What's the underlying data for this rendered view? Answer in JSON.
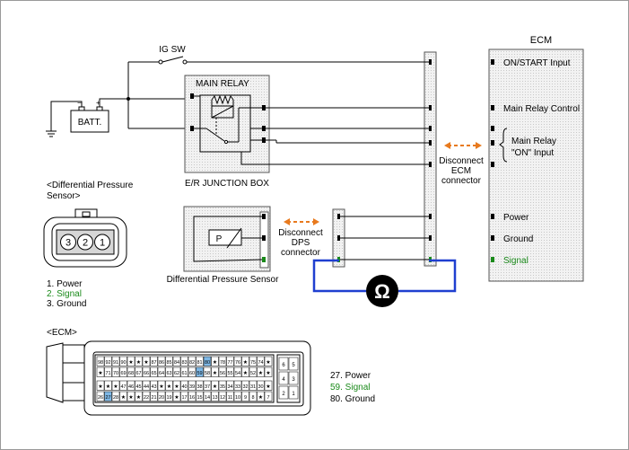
{
  "labels": {
    "ig_sw": "IG SW",
    "batt": "BATT.",
    "main_relay": "MAIN RELAY",
    "junction_box": "E/R JUNCTION BOX",
    "ecm_title": "ECM",
    "ecm_on_start": "ON/START Input",
    "ecm_main_relay_control": "Main Relay Control",
    "ecm_main_relay_on_line1": "Main Relay",
    "ecm_main_relay_on_line2": "\"ON\" Input",
    "ecm_power": "Power",
    "ecm_ground": "Ground",
    "ecm_signal": "Signal",
    "disconnect_ecm_line1": "Disconnect",
    "disconnect_ecm_line2": "ECM",
    "disconnect_ecm_line3": "connector",
    "disconnect_dps_line1": "Disconnect",
    "disconnect_dps_line2": "DPS",
    "disconnect_dps_line3": "connector",
    "dps_box_label": "Differential Pressure Sensor",
    "sensor_symbol": "P",
    "ohm_symbol": "Ω",
    "dps_heading_line1": "<Differential Pressure",
    "dps_heading_line2": "Sensor>",
    "ecm_heading": "<ECM>"
  },
  "dps_pins": [
    "3",
    "2",
    "1"
  ],
  "dps_legend": [
    {
      "text": "1. Power",
      "color": "#000000"
    },
    {
      "text": "2. Signal",
      "color": "#1a8a1a"
    },
    {
      "text": "3. Ground",
      "color": "#000000"
    }
  ],
  "ecm_legend": [
    {
      "text": "27. Power",
      "color": "#000000"
    },
    {
      "text": "59. Signal",
      "color": "#1a8a1a"
    },
    {
      "text": "80. Ground",
      "color": "#000000"
    }
  ],
  "ecm_connector": {
    "row1": [
      "98",
      "92",
      "91",
      "90",
      "★",
      "★",
      "★",
      "87",
      "86",
      "85",
      "84",
      "83",
      "82",
      "81",
      "80",
      "★",
      "78",
      "77",
      "76",
      "★",
      "75",
      "74",
      "★"
    ],
    "row2": [
      "★",
      "71",
      "70",
      "69",
      "68",
      "67",
      "66",
      "65",
      "64",
      "63",
      "62",
      "61",
      "60",
      "59",
      "58",
      "★",
      "56",
      "55",
      "54",
      "★",
      "52",
      "★",
      "★"
    ],
    "row3": [
      "★",
      "★",
      "★",
      "47",
      "46",
      "45",
      "44",
      "43",
      "★",
      "★",
      "★",
      "40",
      "39",
      "38",
      "37",
      "★",
      "35",
      "34",
      "33",
      "32",
      "31",
      "30",
      "★"
    ],
    "row4": [
      "26",
      "27",
      "28",
      "★",
      "★",
      "★",
      "22",
      "21",
      "20",
      "19",
      "★",
      "17",
      "16",
      "15",
      "14",
      "13",
      "12",
      "11",
      "10",
      "9",
      "8",
      "★",
      "7"
    ],
    "side": [
      "6",
      "5",
      "4",
      "3",
      "2",
      "1"
    ],
    "highlight": [
      "80",
      "59",
      "27"
    ]
  },
  "colors": {
    "wire": "#000000",
    "signal_green": "#1a8a1a",
    "meter_loop": "#1f3fd0",
    "disconnect_arrow": "#e87a1e",
    "panel_fill": "#eeeeee",
    "panel_border": "#555555",
    "pin_highlight": "#7eb8e6"
  }
}
